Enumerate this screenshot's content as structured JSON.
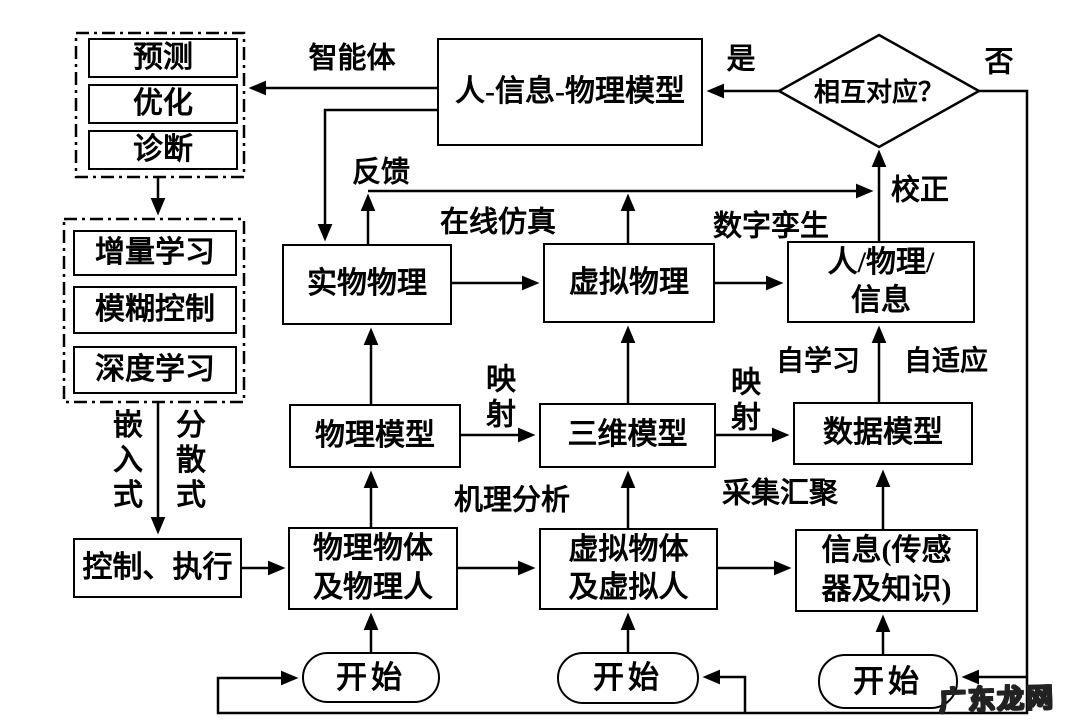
{
  "groups": {
    "analysis": {
      "items": [
        {
          "label": "预测"
        },
        {
          "label": "优化"
        },
        {
          "label": "诊断"
        }
      ]
    },
    "learning": {
      "items": [
        {
          "label": "增量学习"
        },
        {
          "label": "模糊控制"
        },
        {
          "label": "深度学习"
        }
      ]
    }
  },
  "nodes": {
    "human_info_physical_model": {
      "label": "人-信息-物理模型"
    },
    "decision": {
      "label": "相互对应？"
    },
    "physical_entity": {
      "label": "实物物理"
    },
    "virtual_physics": {
      "label": "虚拟物理"
    },
    "human_physical_info": {
      "label": "人/物理/\n信息"
    },
    "physical_model": {
      "label": "物理模型"
    },
    "three_d_model": {
      "label": "三维模型"
    },
    "data_model": {
      "label": "数据模型"
    },
    "control_execution": {
      "label": "控制、执行"
    },
    "physical_objects": {
      "label": "物理物体\n及物理人"
    },
    "virtual_objects": {
      "label": "虚拟物体\n及虚拟人"
    },
    "information": {
      "label": "信息(传感\n器及知识)"
    },
    "start_1": {
      "label": "开始"
    },
    "start_2": {
      "label": "开始"
    },
    "start_3": {
      "label": "开始"
    }
  },
  "edge_labels": {
    "agent": "智能体",
    "feedback": "反馈",
    "yes": "是",
    "no": "否",
    "correction": "校正",
    "online_simulation": "在线仿真",
    "digital_twin": "数字孪生",
    "self_learning": "自学习",
    "self_adaptation": "自适应",
    "mapping_1": "映射",
    "mapping_2": "映射",
    "embedded": "嵌入式",
    "distributed": "分散式",
    "mechanism_analysis": "机理分析",
    "collection_aggregation": "采集汇聚"
  },
  "watermark": {
    "text": "广东龙网"
  },
  "colors": {
    "line": "#000000",
    "background": "#ffffff",
    "text": "#000000"
  }
}
